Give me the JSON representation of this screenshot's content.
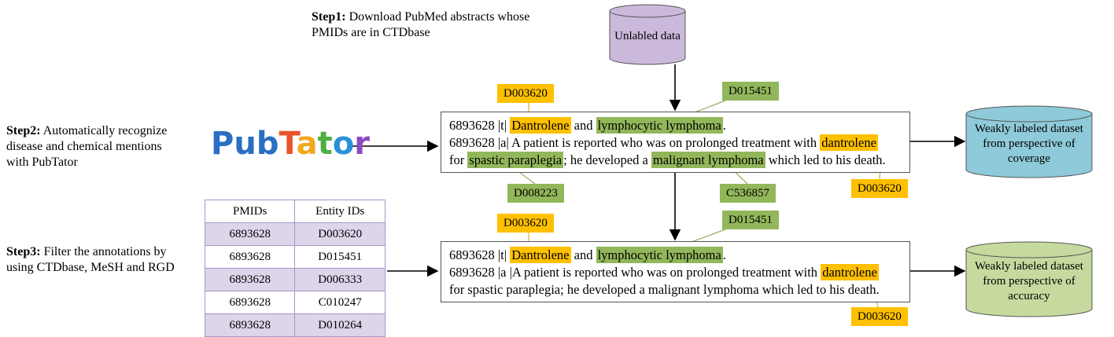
{
  "colors": {
    "orange_tag": "#ffc000",
    "green_tag": "#92b75a",
    "purple_cylinder": "#cbb9dc",
    "blue_cylinder": "#8ecad9",
    "green_cylinder": "#c6da9f"
  },
  "step1": {
    "label": "Step1:",
    "text_line1": "Download PubMed abstracts whose",
    "text_line2": "PMIDs  are in CTDbase"
  },
  "step2": {
    "label": "Step2:",
    "text_line1": "Automatically recognize",
    "text_line2": "disease and chemical mentions",
    "text_line3": "with PubTator"
  },
  "step3": {
    "label": "Step3:",
    "text_line1": "Filter the annotations by",
    "text_line2": "using CTDbase, MeSH and RGD"
  },
  "cylinders": {
    "unlabeled": "Unlabled data",
    "coverage_line1": "Weakly labeled dataset",
    "coverage_line2": "from perspective  of",
    "coverage_line3": "coverage",
    "accuracy_line1": "Weakly labeled dataset",
    "accuracy_line2": "from perspective of",
    "accuracy_line3": "accuracy"
  },
  "pubtator_logo": {
    "letters": [
      "P",
      "u",
      "b",
      "T",
      "a",
      "t",
      "o",
      "r"
    ]
  },
  "box1": {
    "title_prefix": "6893628 |t| ",
    "title_hl1": "Dantrolene",
    "title_mid": " and ",
    "title_hl2": "lymphocytic lymphoma",
    "title_end": ".",
    "abs_prefix": "6893628 |a| A patient is reported who was on prolonged treatment with ",
    "abs_hl1": "dantrolene",
    "line3_hl2": "spastic paraplegia",
    "line3_mid": "; he developed a ",
    "line3_hl3": "malignant lymphoma",
    "line3_end": " which led to his death."
  },
  "box2": {
    "title_prefix": "6893628 |t| ",
    "title_hl1": "Dantrolene",
    "title_mid": " and ",
    "title_hl2": "lymphocytic lymphoma",
    "title_end": ".",
    "abs_prefix": "6893628 |a |A patient is reported who was on prolonged treatment with ",
    "abs_hl1": "dantrolene",
    "line3": "for spastic paraplegia; he developed a malignant lymphoma which led to his death."
  },
  "box1_line3_prefix": "for ",
  "tags_box1": {
    "top_orange": "D003620",
    "top_green": "D015451",
    "bottom_green_left": "D008223",
    "bottom_green_right": "C536857",
    "bottom_orange": "D003620"
  },
  "tags_box2": {
    "top_orange": "D003620",
    "top_green": "D015451",
    "bottom_orange": "D003620"
  },
  "table": {
    "headers": [
      "PMIDs",
      "Entity IDs"
    ],
    "rows": [
      [
        "6893628",
        "D003620"
      ],
      [
        "6893628",
        "D015451"
      ],
      [
        "6893628",
        "D006333"
      ],
      [
        "6893628",
        "C010247"
      ],
      [
        "6893628",
        "D010264"
      ]
    ]
  }
}
